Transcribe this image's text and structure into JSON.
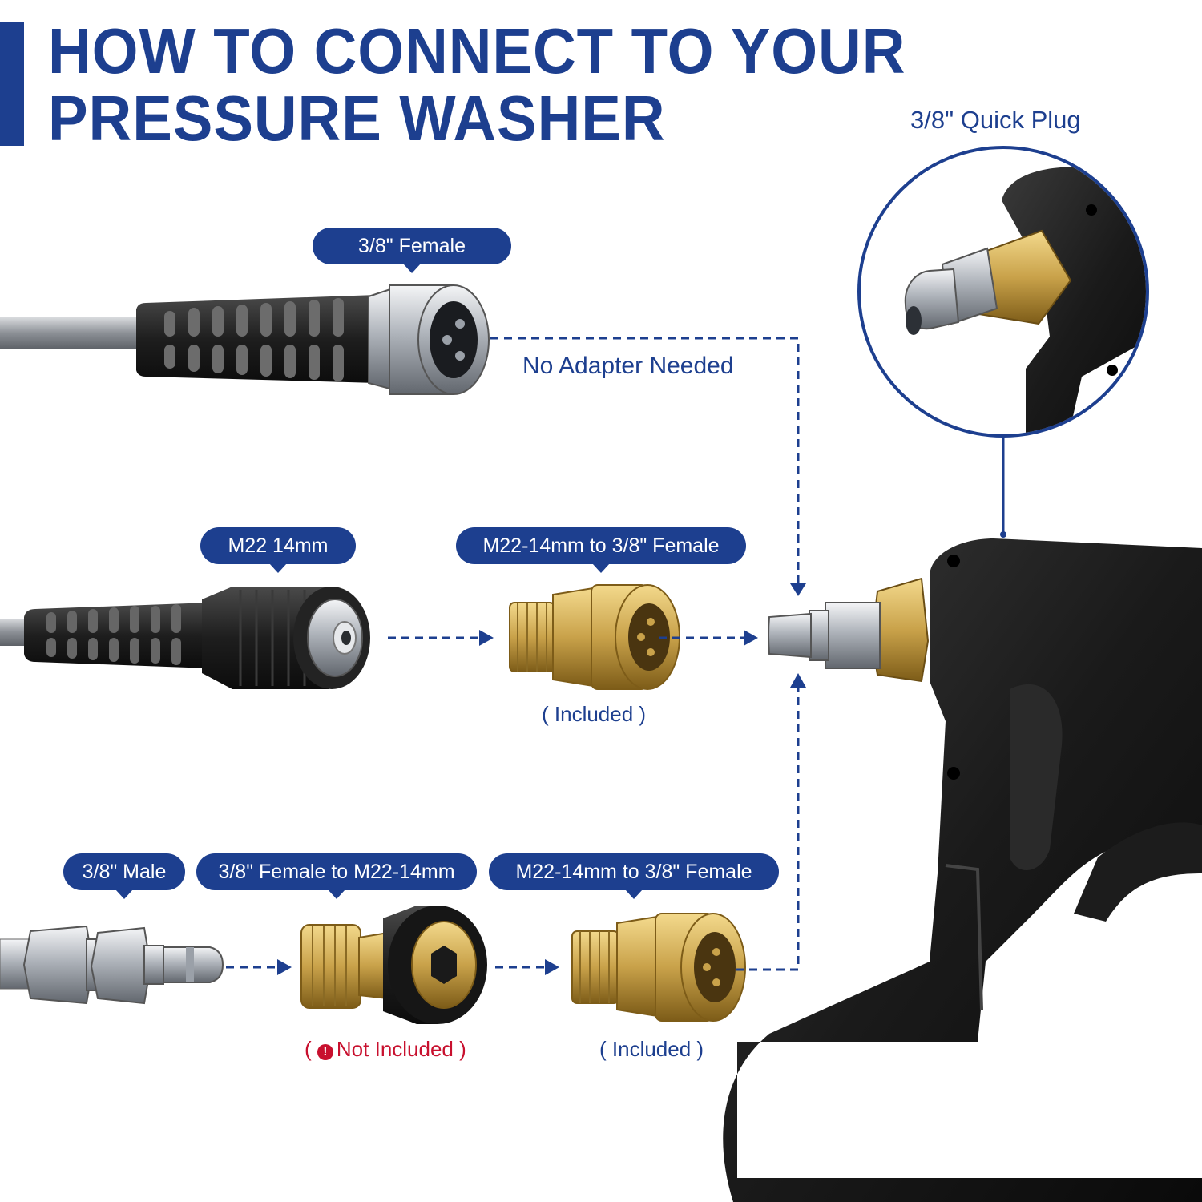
{
  "title": {
    "line1": "HOW TO CONNECT TO YOUR",
    "line2": "PRESSURE WASHER"
  },
  "quick_plug": {
    "label": "3/8\" Quick Plug"
  },
  "row1": {
    "hose_label": "3/8\" Female",
    "note": "No Adapter Needed"
  },
  "row2": {
    "hose_label": "M22 14mm",
    "adapter_label": "M22-14mm to 3/8\" Female",
    "adapter_status": "( Included )"
  },
  "row3": {
    "plug_label": "3/8\" Male",
    "adapter1_label": "3/8\" Female to M22-14mm",
    "adapter1_status_open": "(",
    "adapter1_status": "Not Included",
    "adapter1_status_close": ")",
    "adapter1_warning_icon": "!",
    "adapter2_label": "M22-14mm to 3/8\" Female",
    "adapter2_status": "( Included )"
  },
  "colors": {
    "brand_blue": "#1d3f8f",
    "warning_red": "#c8102e",
    "brass": "#c9a24a",
    "rubber": "#1e1e1e",
    "steel": "#b8bcc2"
  }
}
